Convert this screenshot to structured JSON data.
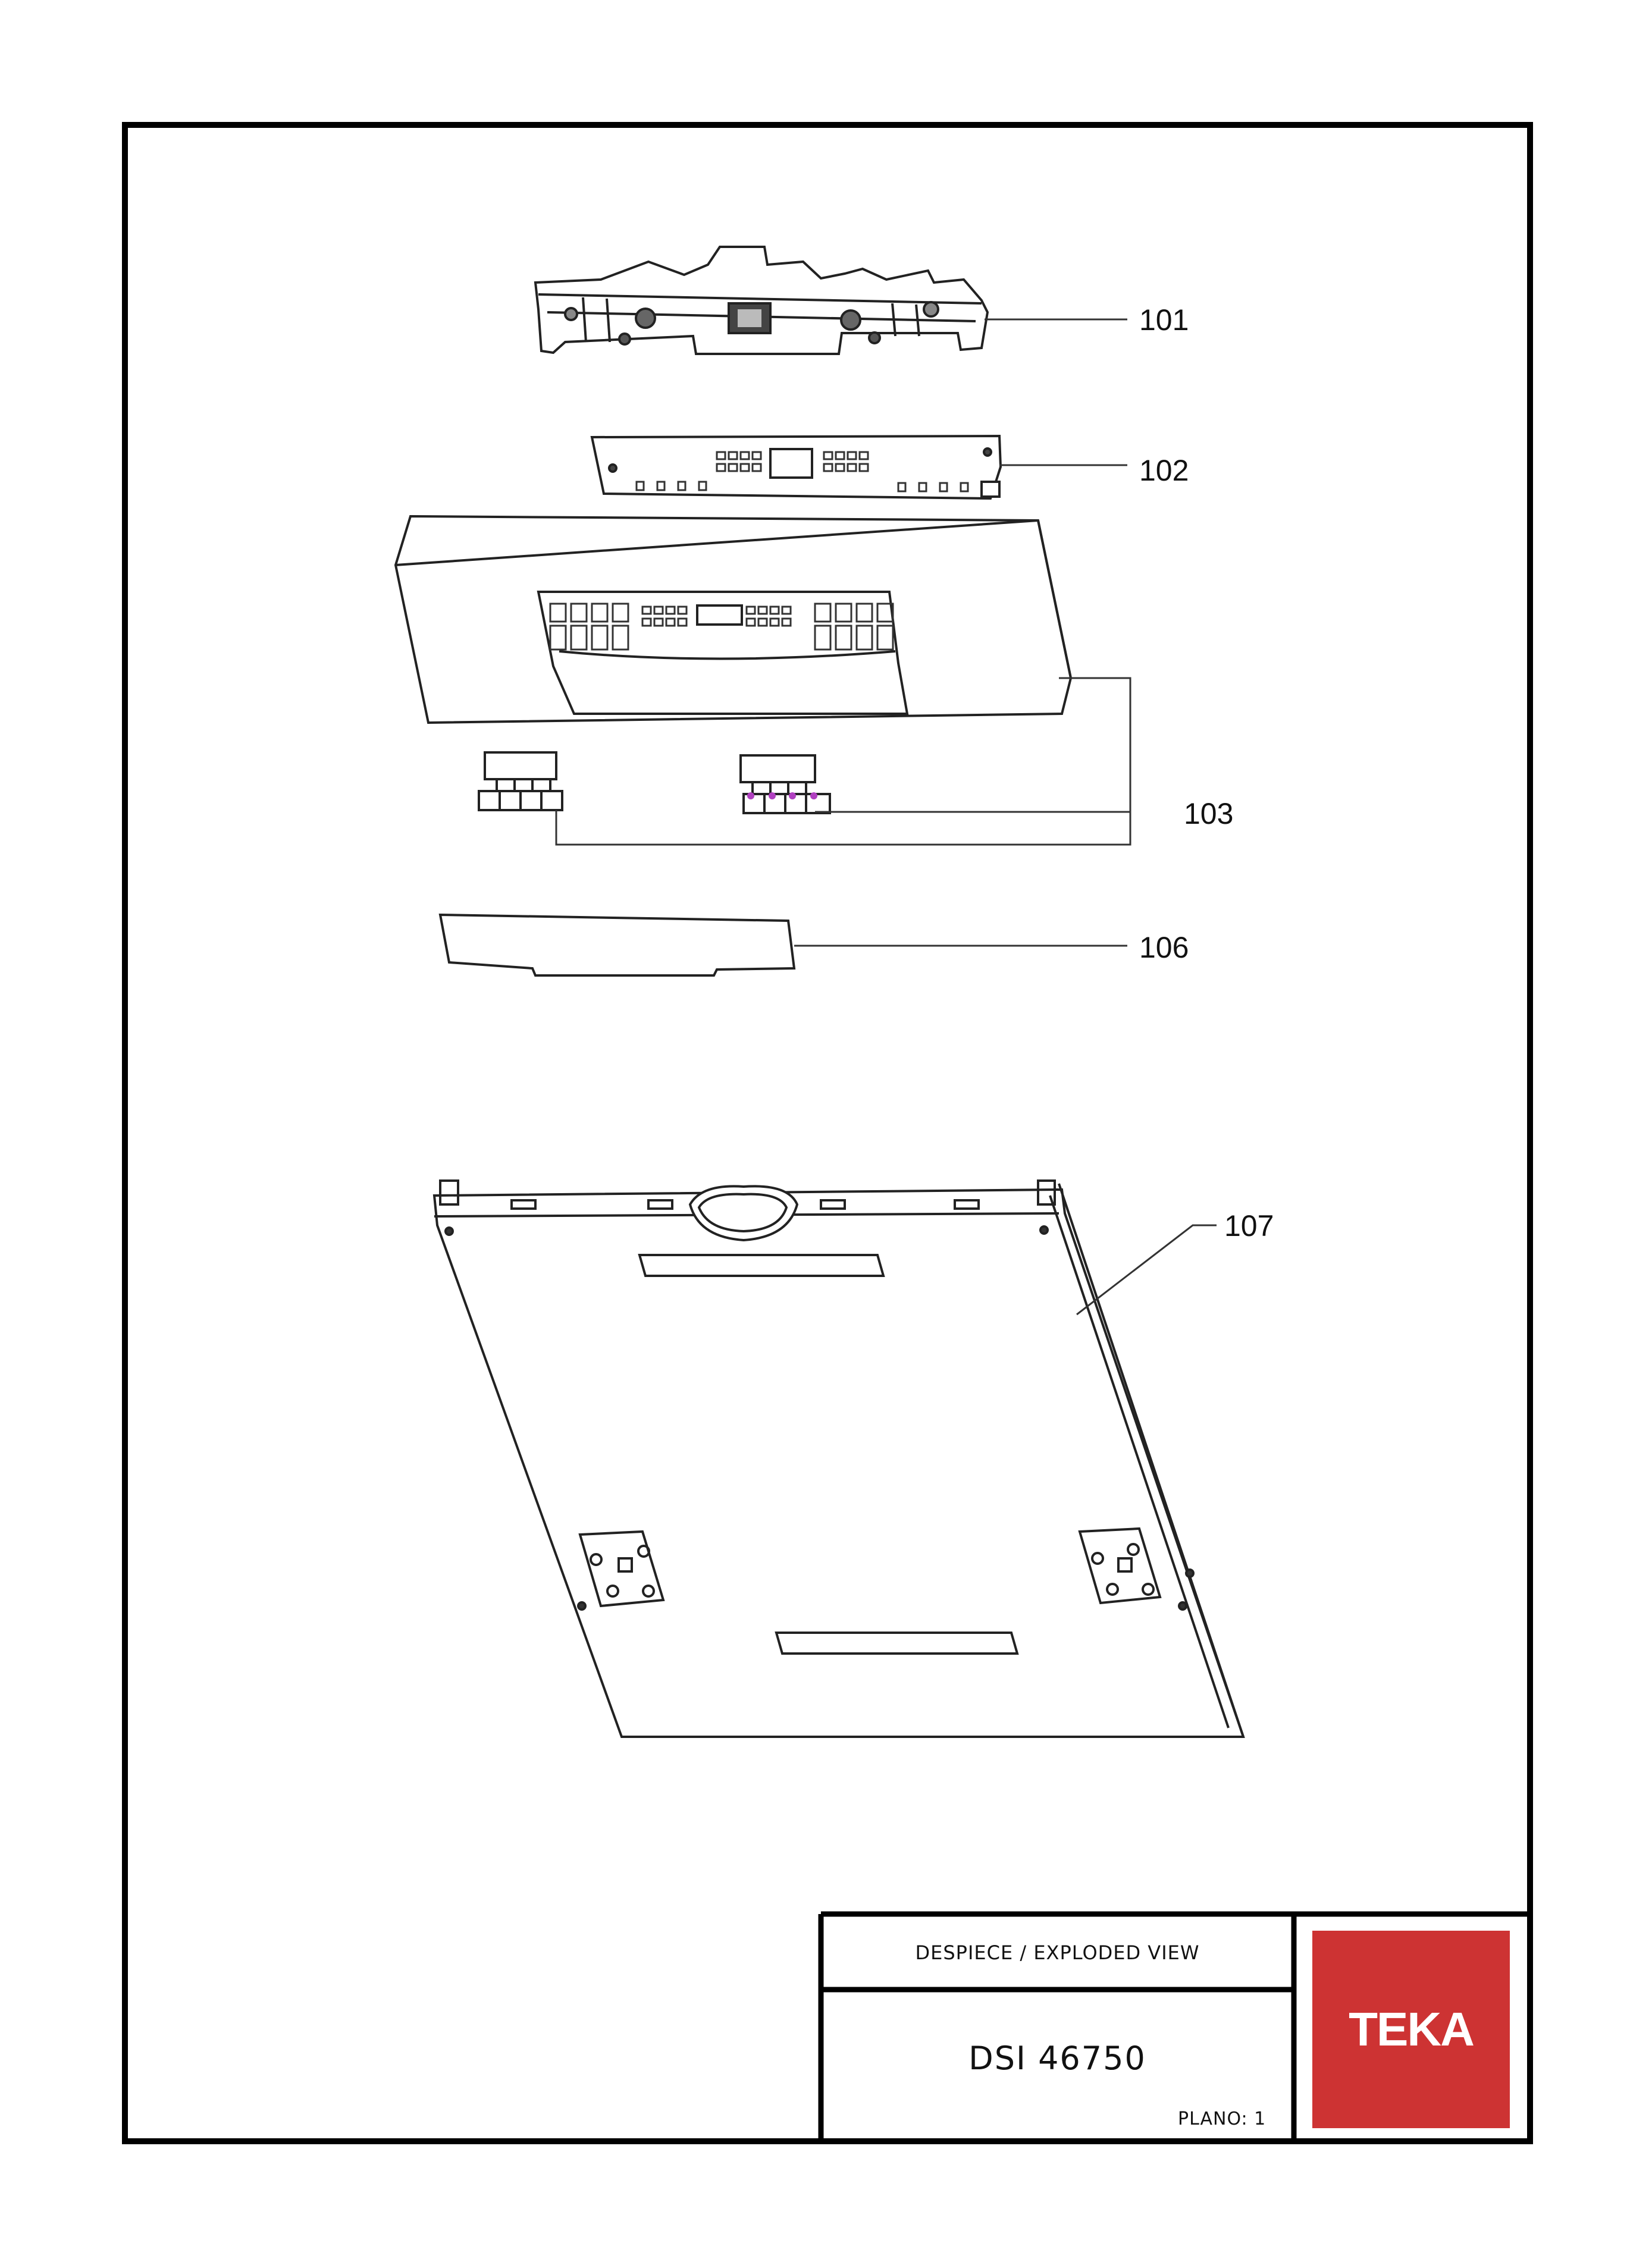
{
  "drawing": {
    "callouts": {
      "part_101": "101",
      "part_102": "102",
      "part_103": "103",
      "part_106": "106",
      "part_107": "107"
    }
  },
  "title_block": {
    "header": "DESPIECE / EXPLODED VIEW",
    "model": "DSI 46750",
    "plano": "PLANO: 1",
    "logo_text": "TEKA",
    "logo_color": "#cd3333"
  }
}
